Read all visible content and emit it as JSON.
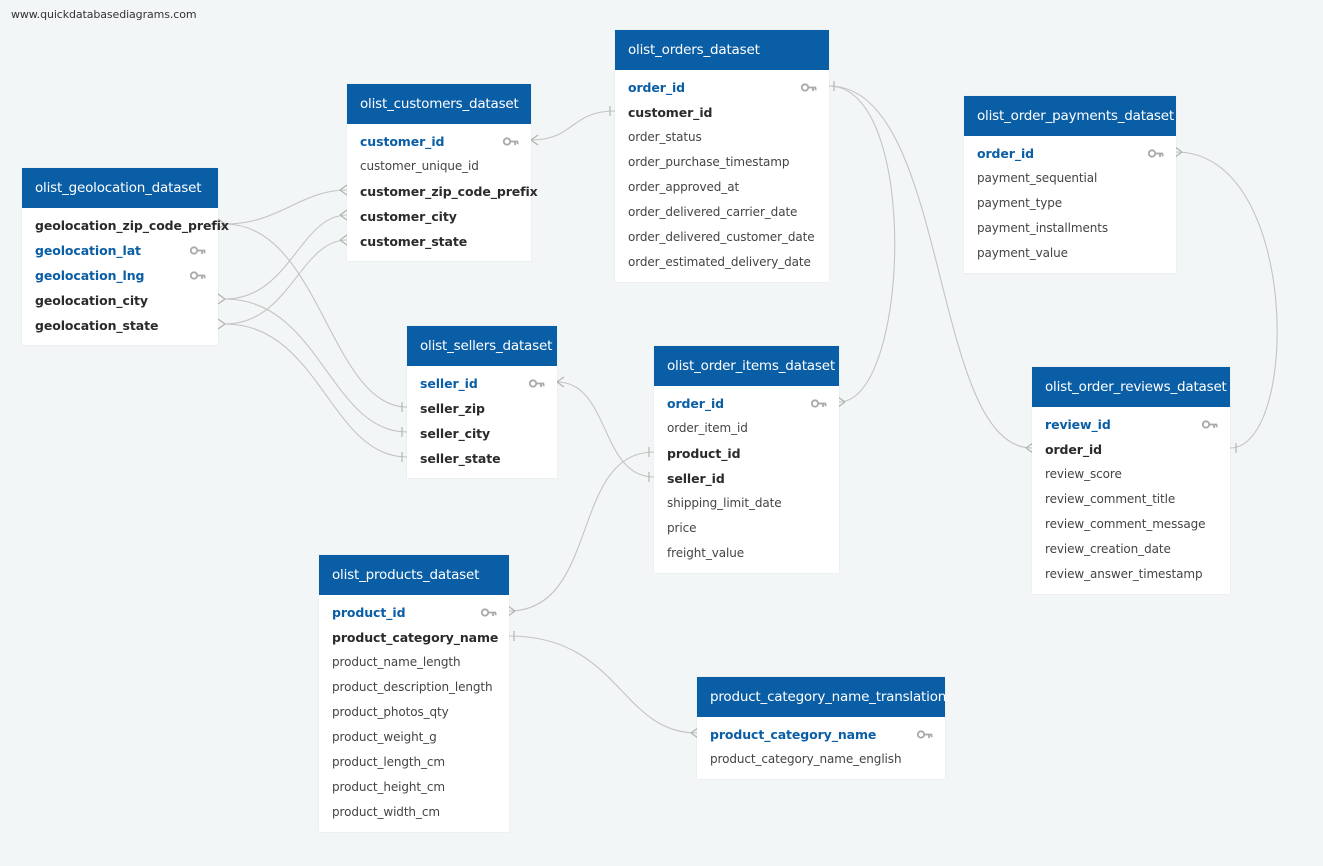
{
  "watermark": "www.quickdatabasediagrams.com",
  "tables": {
    "geolocation": {
      "title": "olist_geolocation_dataset",
      "rows": [
        {
          "label": "geolocation_zip_code_prefix",
          "kind": "fk"
        },
        {
          "label": "geolocation_lat",
          "kind": "pk"
        },
        {
          "label": "geolocation_lng",
          "kind": "pk"
        },
        {
          "label": "geolocation_city",
          "kind": "fk"
        },
        {
          "label": "geolocation_state",
          "kind": "fk"
        }
      ]
    },
    "customers": {
      "title": "olist_customers_dataset",
      "rows": [
        {
          "label": "customer_id",
          "kind": "pk"
        },
        {
          "label": "customer_unique_id",
          "kind": "normal"
        },
        {
          "label": "customer_zip_code_prefix",
          "kind": "fk"
        },
        {
          "label": "customer_city",
          "kind": "fk"
        },
        {
          "label": "customer_state",
          "kind": "fk"
        }
      ]
    },
    "orders": {
      "title": "olist_orders_dataset",
      "rows": [
        {
          "label": "order_id",
          "kind": "pk"
        },
        {
          "label": "customer_id",
          "kind": "fk"
        },
        {
          "label": "order_status",
          "kind": "normal"
        },
        {
          "label": "order_purchase_timestamp",
          "kind": "normal"
        },
        {
          "label": "order_approved_at",
          "kind": "normal"
        },
        {
          "label": "order_delivered_carrier_date",
          "kind": "normal"
        },
        {
          "label": "order_delivered_customer_date",
          "kind": "normal"
        },
        {
          "label": "order_estimated_delivery_date",
          "kind": "normal"
        }
      ]
    },
    "payments": {
      "title": "olist_order_payments_dataset",
      "rows": [
        {
          "label": "order_id",
          "kind": "pk"
        },
        {
          "label": "payment_sequential",
          "kind": "normal"
        },
        {
          "label": "payment_type",
          "kind": "normal"
        },
        {
          "label": "payment_installments",
          "kind": "normal"
        },
        {
          "label": "payment_value",
          "kind": "normal"
        }
      ]
    },
    "sellers": {
      "title": "olist_sellers_dataset",
      "rows": [
        {
          "label": "seller_id",
          "kind": "pk"
        },
        {
          "label": "seller_zip",
          "kind": "fk"
        },
        {
          "label": "seller_city",
          "kind": "fk"
        },
        {
          "label": "seller_state",
          "kind": "fk"
        }
      ]
    },
    "items": {
      "title": "olist_order_items_dataset",
      "rows": [
        {
          "label": "order_id",
          "kind": "pk"
        },
        {
          "label": "order_item_id",
          "kind": "normal"
        },
        {
          "label": "product_id",
          "kind": "fk"
        },
        {
          "label": "seller_id",
          "kind": "fk"
        },
        {
          "label": "shipping_limit_date",
          "kind": "normal"
        },
        {
          "label": "price",
          "kind": "normal"
        },
        {
          "label": "freight_value",
          "kind": "normal"
        }
      ]
    },
    "reviews": {
      "title": "olist_order_reviews_dataset",
      "rows": [
        {
          "label": "review_id",
          "kind": "pk"
        },
        {
          "label": "order_id",
          "kind": "fk"
        },
        {
          "label": "review_score",
          "kind": "normal"
        },
        {
          "label": "review_comment_title",
          "kind": "normal"
        },
        {
          "label": "review_comment_message",
          "kind": "normal"
        },
        {
          "label": "review_creation_date",
          "kind": "normal"
        },
        {
          "label": "review_answer_timestamp",
          "kind": "normal"
        }
      ]
    },
    "products": {
      "title": "olist_products_dataset",
      "rows": [
        {
          "label": "product_id",
          "kind": "pk"
        },
        {
          "label": "product_category_name",
          "kind": "fk"
        },
        {
          "label": "product_name_length",
          "kind": "normal"
        },
        {
          "label": "product_description_length",
          "kind": "normal"
        },
        {
          "label": "product_photos_qty",
          "kind": "normal"
        },
        {
          "label": "product_weight_g",
          "kind": "normal"
        },
        {
          "label": "product_length_cm",
          "kind": "normal"
        },
        {
          "label": "product_height_cm",
          "kind": "normal"
        },
        {
          "label": "product_width_cm",
          "kind": "normal"
        }
      ]
    },
    "translation": {
      "title": "product_category_name_translation",
      "rows": [
        {
          "label": "product_category_name",
          "kind": "pk"
        },
        {
          "label": "product_category_name_english",
          "kind": "normal"
        }
      ]
    }
  },
  "colors": {
    "header": "#0a5ea6",
    "primary_key_text": "#0a5ea6",
    "connector": "#c4c4c4",
    "canvas": "#f3f6f6"
  },
  "icons": {
    "primary_key": "key-icon"
  }
}
